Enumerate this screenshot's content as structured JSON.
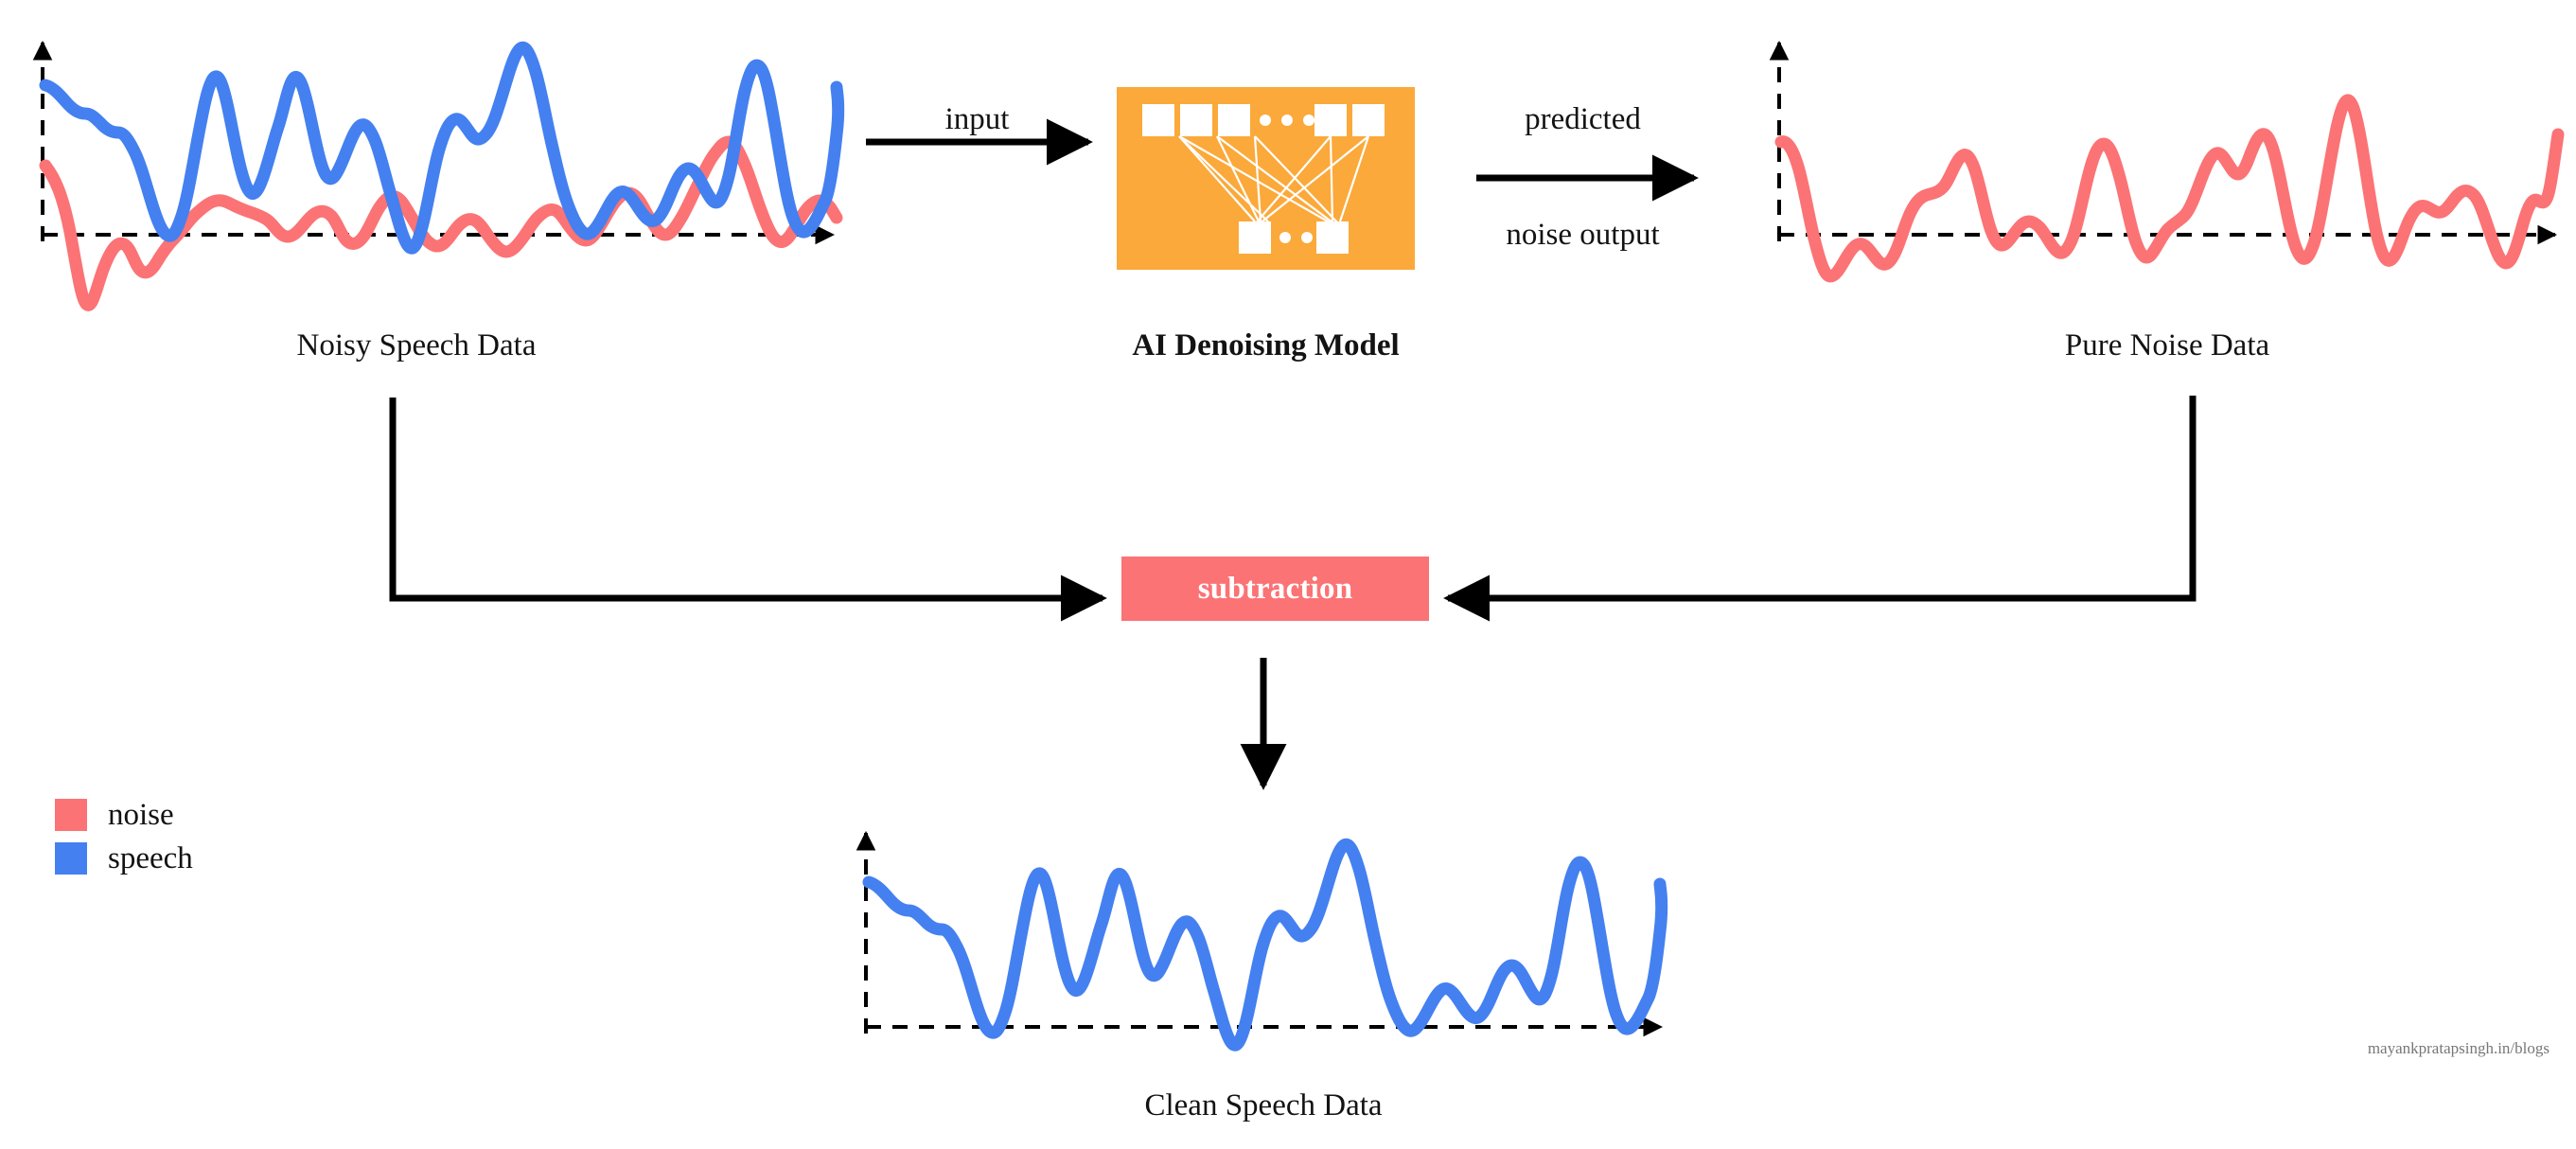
{
  "figure": {
    "title": "AI Denoising Model pipeline",
    "watermark": "mayankpratapsingh.in/blogs"
  },
  "colors": {
    "noise": "#FB7375",
    "speech": "#4480F0",
    "model_box": "#FBA93A",
    "subtraction_box": "#FB7375",
    "axis": "#000000",
    "text": "#131313",
    "node": "#FFFFFF"
  },
  "panels": {
    "noisy": {
      "caption": "Noisy Speech Data"
    },
    "model": {
      "caption": "AI Denoising Model",
      "dots": "⋯",
      "top_nodes": 5,
      "bottom_nodes": 2
    },
    "pure_noise": {
      "caption": "Pure Noise Data"
    },
    "clean": {
      "caption": "Clean Speech Data"
    }
  },
  "operations": {
    "subtraction": {
      "label": "subtraction"
    }
  },
  "arrows": {
    "input": {
      "label": "input"
    },
    "predicted": {
      "label_line1": "predicted",
      "label_line2": "noise output"
    }
  },
  "legend": {
    "items": [
      {
        "label": "noise",
        "color": "#FB7375"
      },
      {
        "label": "speech",
        "color": "#4480F0"
      }
    ]
  },
  "chart_data": [
    {
      "type": "line",
      "id": "noisy-speech",
      "title": "Noisy Speech Data",
      "xlabel": "",
      "ylabel": "",
      "grid": false,
      "legend": "external",
      "axis_style": "dashed-with-arrowheads",
      "xlim": [
        0,
        100
      ],
      "ylim": [
        -1.15,
        1.35
      ],
      "series": [
        {
          "name": "speech",
          "color": "#4480F0",
          "values": [
            0.72,
            0.6,
            0.56,
            0.55,
            0.44,
            0.46,
            0.4,
            0.38,
            0.22,
            -0.02,
            0.46,
            0.98,
            0.74,
            0.2,
            0.3,
            0.92,
            0.62,
            0.28,
            0.42,
            0.55,
            0.3,
            -0.26,
            0.18,
            0.55,
            0.6,
            0.44,
            0.52,
            0.7,
            1.28,
            1.05,
            0.62,
            0.18,
            -0.1,
            0.02,
            0.52,
            0.65,
            0.3,
            0.1,
            0.42,
            0.28,
            0.2,
            0.6,
            1.12,
            0.9,
            0.4,
            -0.02,
            0.08,
            0.34,
            0.2,
            0.46,
            0.5,
            0.26,
            -0.18,
            0.05,
            0.6,
            0.78
          ]
        },
        {
          "name": "noise",
          "color": "#FB7375",
          "values": [
            0.7,
            0.1,
            -0.4,
            -0.78,
            -0.52,
            -0.3,
            -0.45,
            -0.28,
            0.02,
            0.18,
            0.1,
            0.04,
            0.24,
            0.12,
            -0.06,
            0.1,
            0.02,
            -0.22,
            0.0,
            0.1,
            -0.02,
            -0.12,
            0.04,
            0.22,
            0.4,
            0.3,
            0.46,
            0.34,
            0.18,
            0.06,
            0.3,
            0.62,
            1.1,
            0.6,
            0.02,
            0.12,
            0.24,
            0.06,
            -0.04,
            0.22,
            0.52,
            0.3,
            -0.12,
            -0.48,
            -0.1,
            0.12,
            0.18,
            0.08,
            0.26,
            0.14,
            0.3,
            0.66,
            0.52,
            0.22,
            0.4,
            0.62
          ]
        }
      ]
    },
    {
      "type": "line",
      "id": "pure-noise",
      "title": "Pure Noise Data",
      "xlabel": "",
      "ylabel": "",
      "grid": false,
      "legend": "external",
      "axis_style": "dashed-with-arrowheads",
      "xlim": [
        0,
        100
      ],
      "ylim": [
        -0.95,
        1.3
      ],
      "series": [
        {
          "name": "noise",
          "color": "#FB7375",
          "values": [
            0.52,
            0.3,
            -0.35,
            -0.75,
            -0.5,
            -0.3,
            -0.4,
            -0.2,
            0.02,
            0.26,
            0.22,
            0.42,
            0.1,
            -0.02,
            0.16,
            0.12,
            -0.22,
            0.06,
            0.4,
            0.46,
            0.22,
            -0.12,
            -0.22,
            0.02,
            0.06,
            0.26,
            0.38,
            0.34,
            0.52,
            0.36,
            0.56,
            0.3,
            -0.2,
            -0.18,
            0.4,
            1.02,
            0.72,
            0.04,
            -0.08,
            0.1,
            0.14,
            0.02,
            0.28,
            0.44,
            0.1,
            -0.3,
            -0.08,
            0.18,
            0.12,
            0.22,
            0.56
          ]
        }
      ]
    },
    {
      "type": "line",
      "id": "clean-speech",
      "title": "Clean Speech Data",
      "xlabel": "",
      "ylabel": "",
      "grid": false,
      "legend": "external",
      "axis_style": "dashed-with-arrowheads",
      "xlim": [
        0,
        100
      ],
      "ylim": [
        -0.4,
        1.35
      ],
      "series": [
        {
          "name": "speech",
          "color": "#4480F0",
          "values": [
            0.72,
            0.6,
            0.56,
            0.55,
            0.44,
            0.46,
            0.4,
            0.38,
            0.22,
            -0.02,
            0.46,
            0.98,
            0.74,
            0.2,
            0.3,
            0.92,
            0.62,
            0.28,
            0.42,
            0.55,
            0.3,
            -0.26,
            0.18,
            0.55,
            0.6,
            0.44,
            0.52,
            0.7,
            1.28,
            1.05,
            0.62,
            0.18,
            -0.1,
            0.02,
            0.52,
            0.65,
            0.3,
            0.1,
            0.42,
            0.28,
            0.2,
            0.6,
            1.12,
            0.9,
            0.4,
            -0.02,
            0.08,
            0.34,
            0.2,
            0.46,
            0.5,
            0.26,
            -0.18,
            0.05,
            0.6,
            0.78
          ]
        }
      ]
    }
  ]
}
